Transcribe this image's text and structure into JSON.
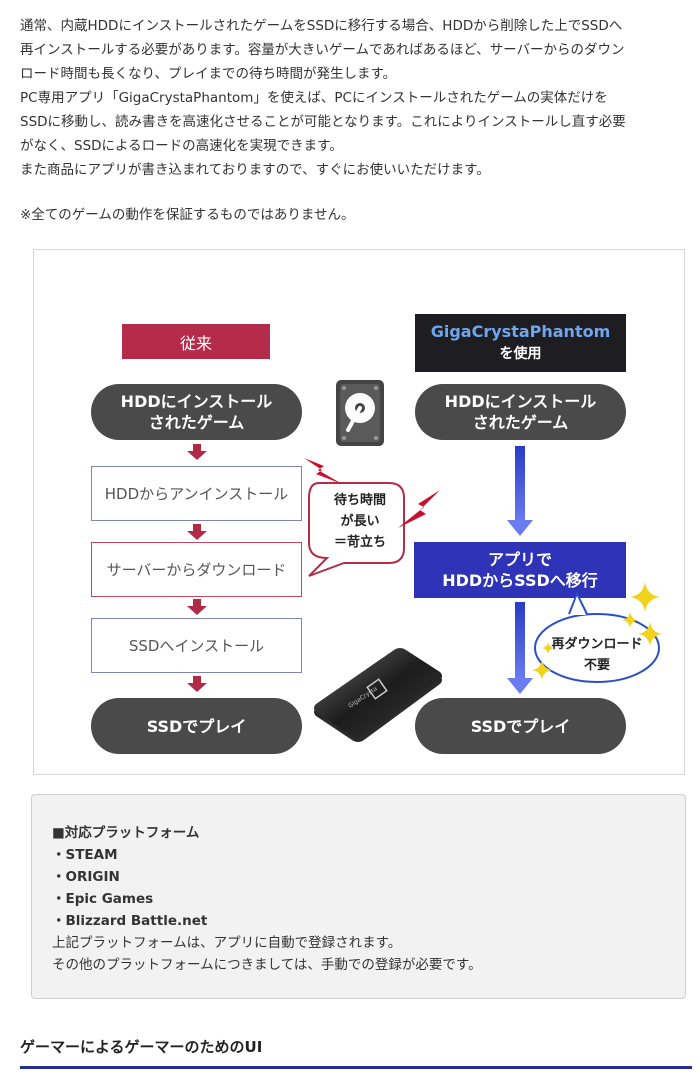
{
  "intro_lines": [
    "通常、内蔵HDDにインストールされたゲームをSSDに移行する場合、HDDから削除した上でSSDへ",
    "再インストールする必要があります。容量が大きいゲームであればあるほど、サーバーからのダウン",
    "ロード時間も長くなり、プレイまでの待ち時間が発生します。",
    "PC専用アプリ「GigaCrystaPhantom」を使えば、PCにインストールされたゲームの実体だけを",
    "SSDに移動し、読み書きを高速化させることが可能となります。これによりインストールし直す必要",
    "がなく、SSDによるロードの高速化を実現できます。",
    "また商品にアプリが書き込まれておりますので、すぐにお使いいただけます。"
  ],
  "note": "※全てのゲームの動作を保証するものではありません。",
  "diagram": {
    "left_header": "従来",
    "right_header_brand": "GigaCrystaPhantom",
    "right_header_sub": "を使用",
    "left_start_1": "HDDにインストール",
    "left_start_2": "されたゲーム",
    "left_step_1": "HDDからアンインストール",
    "left_step_2": "サーバーからダウンロード",
    "left_step_3": "SSDへインストール",
    "left_end": "SSDでプレイ",
    "right_start_1": "HDDにインストール",
    "right_start_2": "されたゲーム",
    "right_step_1": "アプリで",
    "right_step_2": "HDDからSSDへ移行",
    "right_end": "SSDでプレイ",
    "wait_bubble_1": "待ち時間",
    "wait_bubble_2": "が長い",
    "wait_bubble_3": "＝苛立ち",
    "no_redownload_1": "再ダウンロード",
    "no_redownload_2": "不要",
    "ssd_logo": "GigaCrysta"
  },
  "platforms": {
    "title": "■対応プラットフォーム",
    "items": [
      "・STEAM",
      "・ORIGIN",
      "・Epic Games",
      "・Blizzard Battle.net"
    ],
    "note_1": "上記プラットフォームは、アプリに自動で登録されます。",
    "note_2": "その他のプラットフォームにつきましては、手動での登録が必要です。"
  },
  "section_heading": "ゲーマーによるゲーマーのためのUI",
  "colors": {
    "red": "#b52c4b",
    "dark": "#1e1e22",
    "blue": "#2e33b8",
    "pill": "#4a4a4a",
    "rule": "#262e92"
  },
  "icons": [
    "hdd-icon",
    "lightning-icon",
    "sparkle-icon",
    "ssd-product-image"
  ]
}
